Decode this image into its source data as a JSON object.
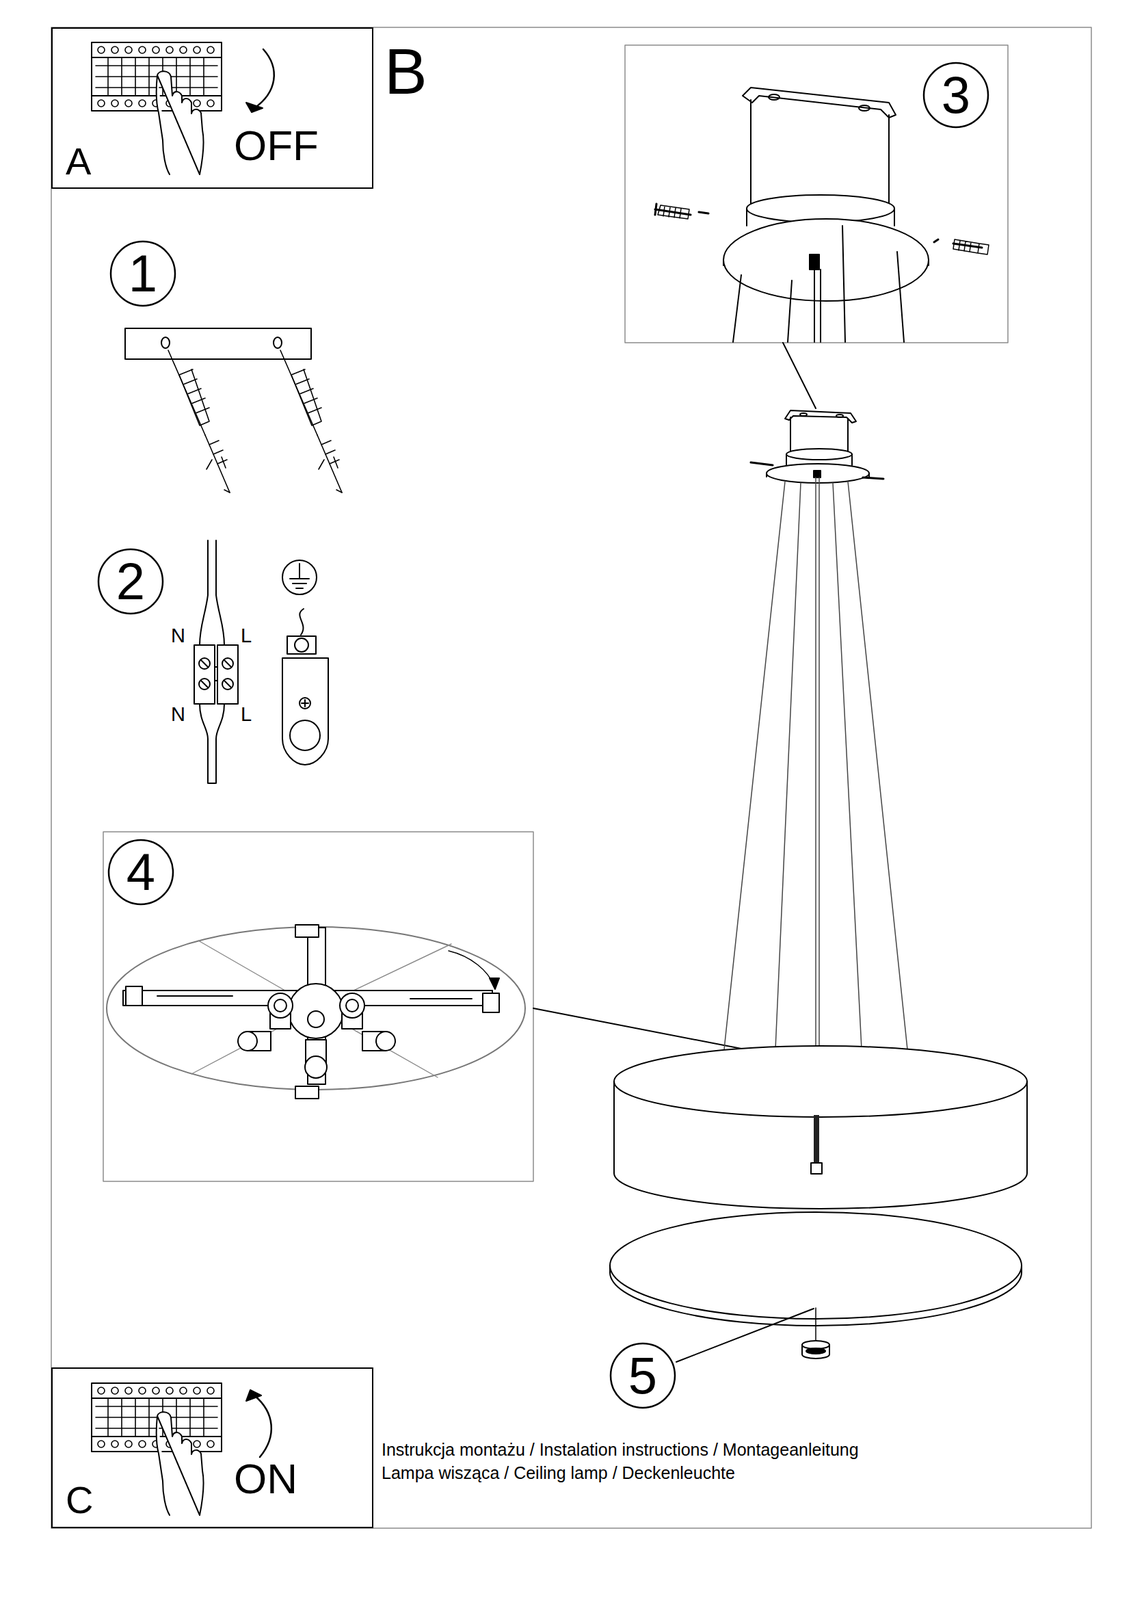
{
  "diagram": {
    "nodes": [
      {
        "text": [
          "A",
          "OFF"
        ]
      },
      {
        "text": [
          "3"
        ]
      },
      {
        "text": [
          "1"
        ]
      },
      {
        "text": [
          "2"
        ]
      },
      {
        "text": [
          "4"
        ]
      },
      {
        "text": [
          "5"
        ]
      },
      {
        "text": [
          "C",
          "ON"
        ]
      }
    ],
    "labels": [
      "B",
      "N",
      "L",
      "N",
      "L",
      "Instrukcja montażu / Instalation instructions / Montageanleitung",
      "Lampa wisząca / Ceiling lamp / Deckenleuchte"
    ]
  }
}
